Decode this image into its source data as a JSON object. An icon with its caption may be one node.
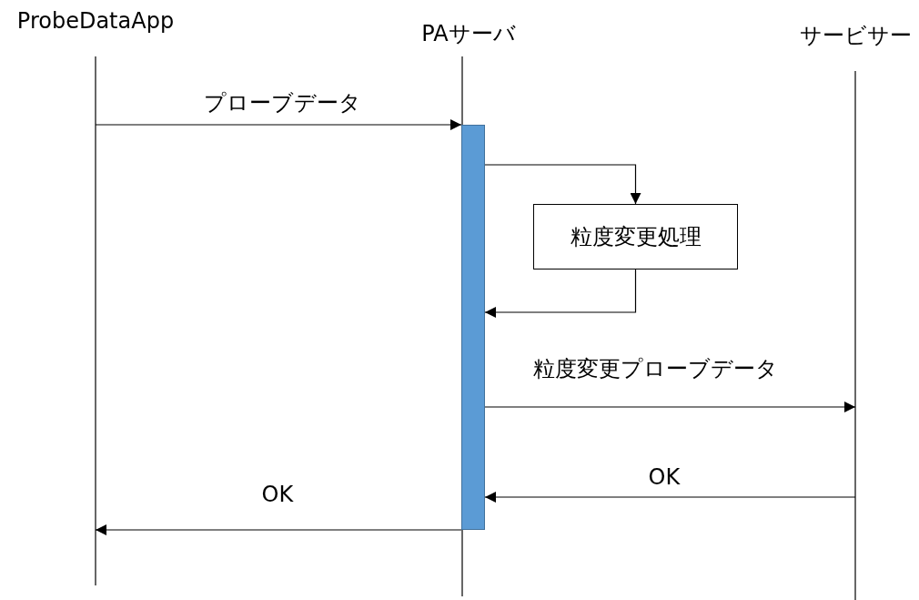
{
  "diagram": {
    "nodes": [
      {
        "text": [
          "ProbeDataApp"
        ]
      },
      {
        "text": [
          "PAサーバ"
        ]
      },
      {
        "text": [
          "サービサー"
        ]
      },
      {
        "text": [],
        "shape": "bar",
        "in": 1
      },
      {
        "text": [
          "粒度変更処理"
        ]
      }
    ],
    "edges": [
      {
        "from": 0,
        "to": 3,
        "arrow": "to",
        "label": "プローブデータ"
      },
      {
        "from": 3,
        "to": 4,
        "arrow": "to"
      },
      {
        "from": 4,
        "to": 3,
        "arrow": "to"
      },
      {
        "from": 3,
        "to": 2,
        "arrow": "to",
        "label": "粒度変更プローブデータ"
      },
      {
        "from": 2,
        "to": 3,
        "arrow": "to",
        "label": "OK"
      },
      {
        "from": 3,
        "to": 0,
        "arrow": "to",
        "label": "OK"
      }
    ]
  }
}
